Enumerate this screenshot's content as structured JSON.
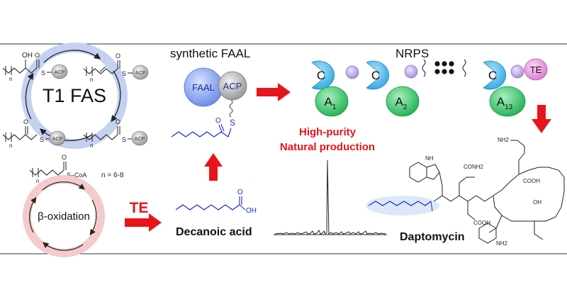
{
  "fas": {
    "title": "T1 FAS",
    "oh_label": "OH",
    "acp_label": "ACP",
    "s_label": "S",
    "o_label": "O",
    "n_label": "n",
    "coa_label": "S–CoA",
    "n_range": "n = 6-8"
  },
  "beta": {
    "label": "β-oxidation"
  },
  "te_arrow": {
    "label": "TE"
  },
  "faal": {
    "title": "synthetic FAAL",
    "faal_label": "FAAL",
    "acp_label": "ACP",
    "s_label": "S",
    "o_label": "O"
  },
  "decanoic": {
    "label": "Decanoic acid",
    "oh_label": "OH",
    "o_label": "O"
  },
  "production": {
    "line1": "High-purity",
    "line2": "Natural production"
  },
  "nrps": {
    "title": "NRPS",
    "c_label": "C",
    "a_label": "A",
    "te_label": "TE",
    "a_subs": [
      "1",
      "2",
      "13"
    ]
  },
  "dapto": {
    "label": "Daptomycin",
    "atoms": [
      "NH2",
      "CONH2",
      "NH",
      "COOH",
      "COOH",
      "NH2",
      "OH"
    ]
  },
  "colors": {
    "red": "#e8141b",
    "c_domain": "#3fb2e8",
    "a_domain": "#3dcc6e",
    "te_domain": "#e58fdd",
    "pcp": "#b9a6df",
    "faal": "#6e8ee8",
    "acp_grey": "#a9a9a9",
    "chain_blue": "#1b2fd0",
    "fas_ring": "#b8c6ec",
    "beta_ring": "#f4caca"
  }
}
